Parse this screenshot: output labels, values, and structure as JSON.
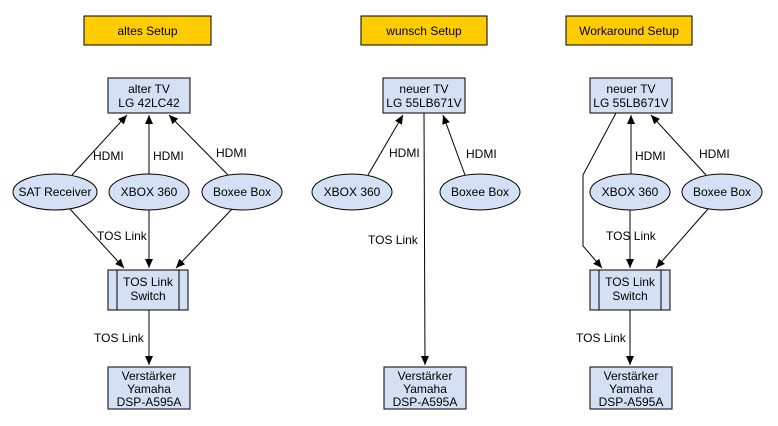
{
  "colors": {
    "title_fill": "#FFCC00",
    "box_fill": "#D4E1F5",
    "ellipse_fill": "#D4E1F5",
    "stroke": "#000000"
  },
  "setups": {
    "old": {
      "title": "altes Setup",
      "tv": [
        "alter TV",
        "LG 42LC42"
      ],
      "sat": "SAT Receiver",
      "xbox": "XBOX 360",
      "boxee": "Boxee Box",
      "switch": [
        "TOS Link",
        "Switch"
      ],
      "amp": [
        "Verstärker",
        "Yamaha",
        "DSP-A595A"
      ],
      "edge_hdmi_1": "HDMI",
      "edge_hdmi_2": "HDMI",
      "edge_hdmi_3": "HDMI",
      "edge_tos_1": "TOS Link",
      "edge_tos_2": "TOS Link"
    },
    "wish": {
      "title": "wunsch Setup",
      "tv": [
        "neuer TV",
        "LG 55LB671V"
      ],
      "xbox": "XBOX 360",
      "boxee": "Boxee Box",
      "amp": [
        "Verstärker",
        "Yamaha",
        "DSP-A595A"
      ],
      "edge_hdmi_1": "HDMI",
      "edge_hdmi_2": "HDMI",
      "edge_tos_1": "TOS Link"
    },
    "workaround": {
      "title": "Workaround Setup",
      "tv": [
        "neuer TV",
        "LG 55LB671V"
      ],
      "xbox": "XBOX 360",
      "boxee": "Boxee Box",
      "switch": [
        "TOS Link",
        "Switch"
      ],
      "amp": [
        "Verstärker",
        "Yamaha",
        "DSP-A595A"
      ],
      "edge_hdmi_1": "HDMI",
      "edge_hdmi_2": "HDMI",
      "edge_tos_1": "TOS Link",
      "edge_tos_2": "TOS Link"
    }
  }
}
